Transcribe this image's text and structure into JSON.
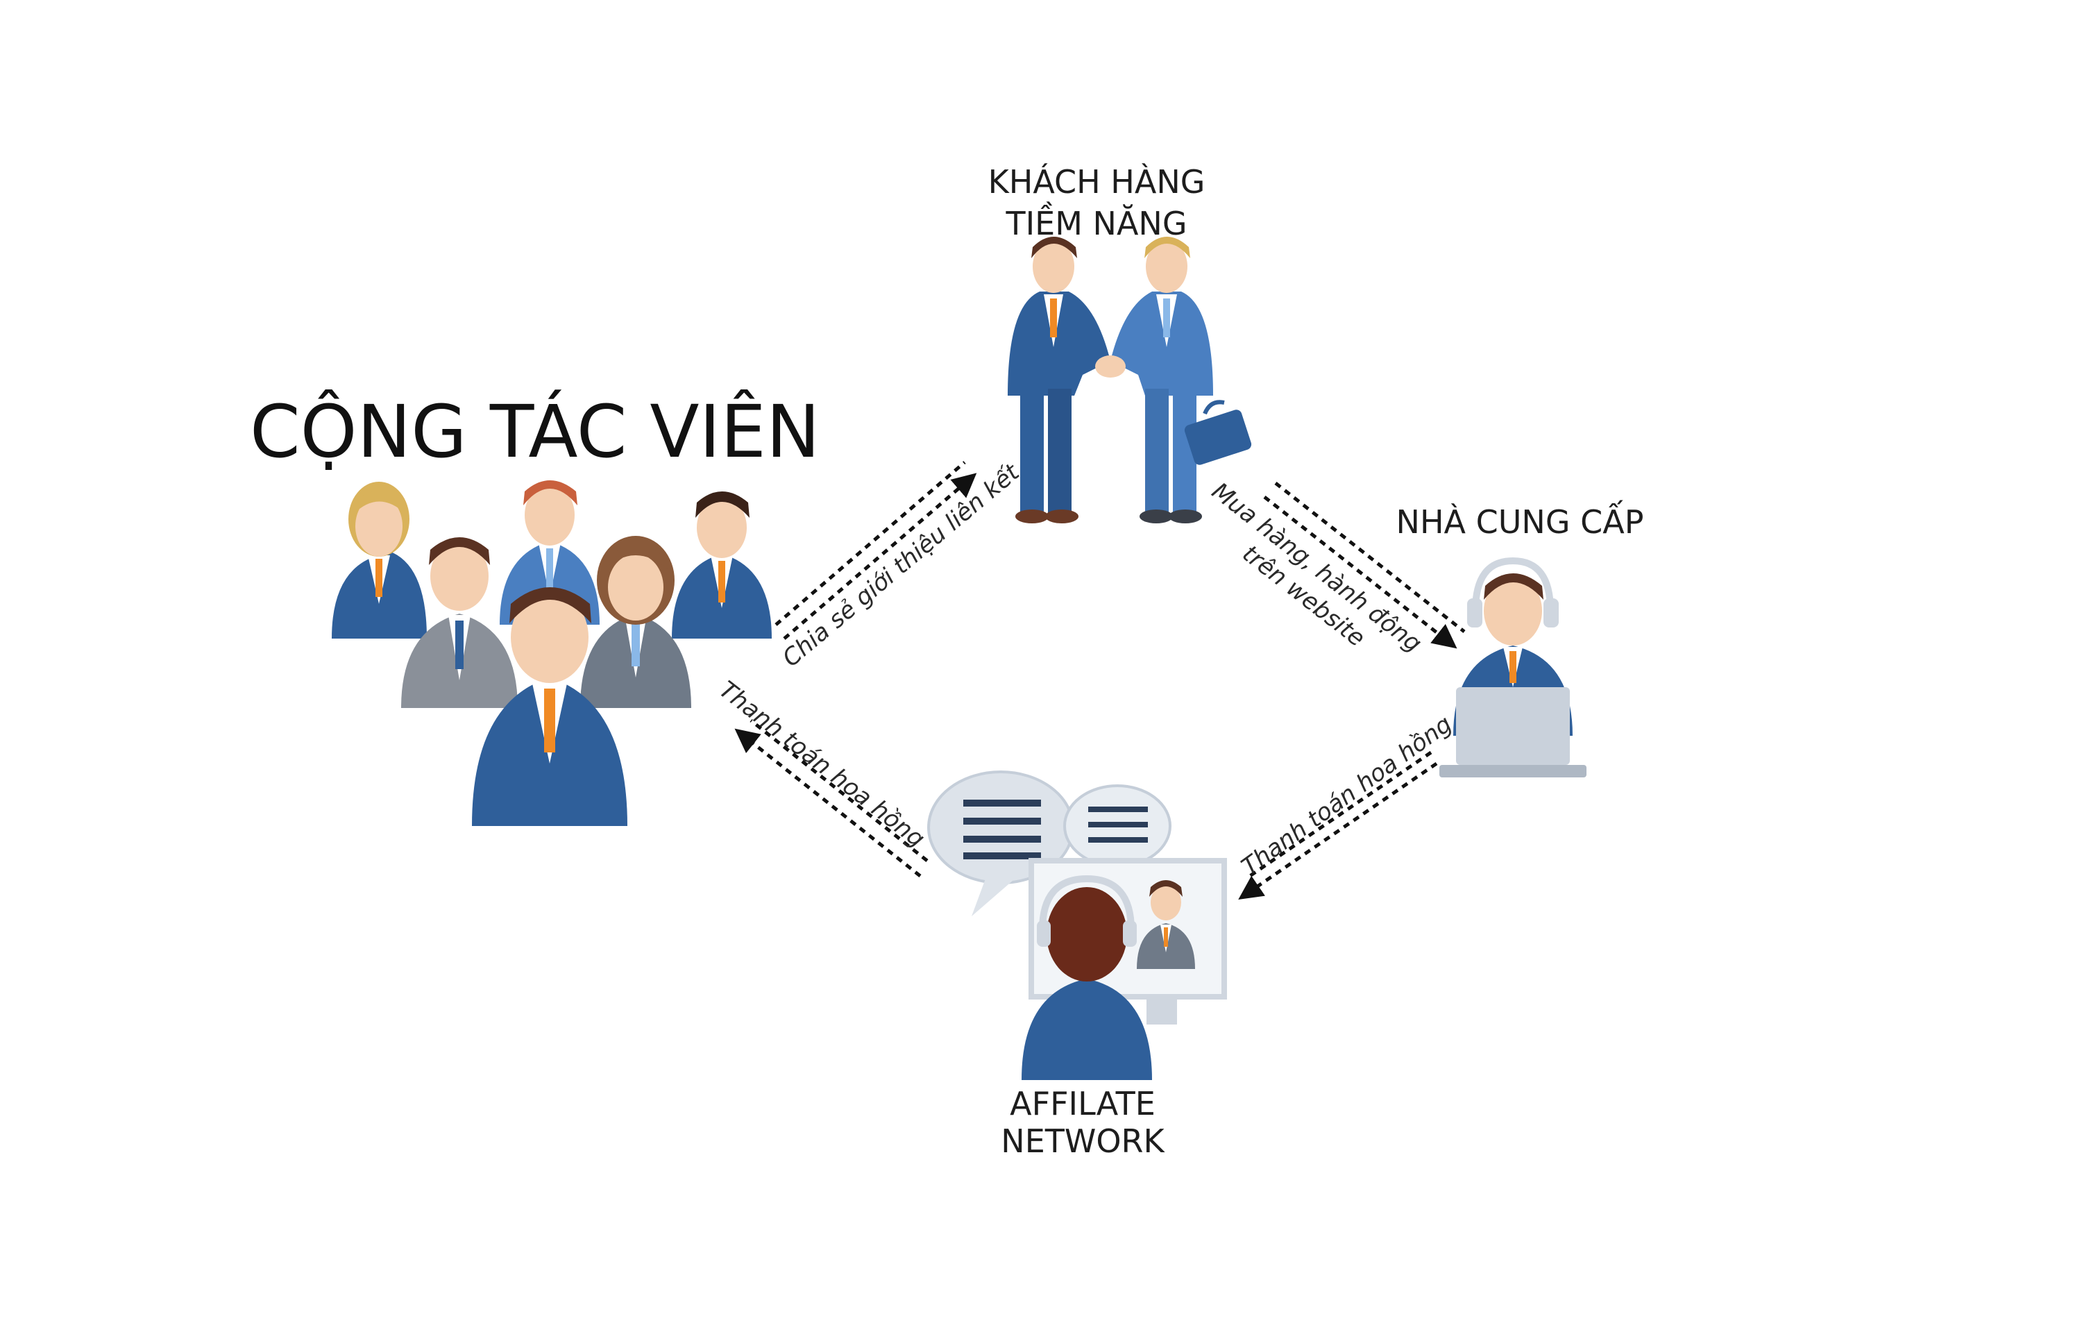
{
  "colors": {
    "suit_blue": "#2f5f9a",
    "suit_blue_light": "#4a7fc1",
    "suit_grey": "#8a9099",
    "skin": "#f4cfb0",
    "hair_brown": "#5a3222",
    "hair_blond": "#d9b25a",
    "tie_orange": "#f08a24",
    "monitor_frame": "#cfd6df",
    "bubble": "#d6dde6",
    "arrow": "#111111"
  },
  "diagram": {
    "nodes": {
      "collaborators": {
        "label": "CỘNG TÁC VIÊN",
        "icon": "group-of-people-icon"
      },
      "customers": {
        "label_line1": "KHÁCH HÀNG",
        "label_line2": "TIỀM NĂNG",
        "icon": "handshake-icon"
      },
      "supplier": {
        "label": "NHÀ CUNG CẤP",
        "icon": "support-operator-icon"
      },
      "network": {
        "label_line1": "AFFILATE",
        "label_line2": "NETWORK",
        "icon": "video-call-icon"
      }
    },
    "edges": [
      {
        "from": "collaborators",
        "to": "customers",
        "label": "Chia sẻ giới thiệu liên kết"
      },
      {
        "from": "customers",
        "to": "supplier",
        "label_line1": "Mua hàng, hành động",
        "label_line2": "trên website"
      },
      {
        "from": "supplier",
        "to": "network",
        "label": "Thanh toán hoa hồng"
      },
      {
        "from": "network",
        "to": "collaborators",
        "label": "Thanh toán hoa hồng"
      }
    ]
  }
}
